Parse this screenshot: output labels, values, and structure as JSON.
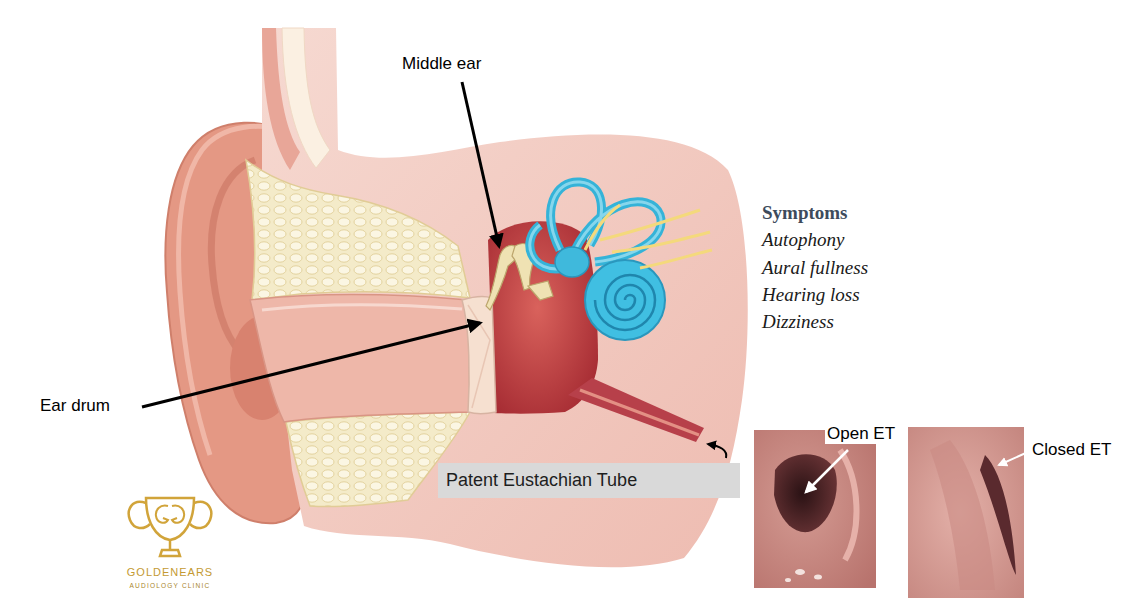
{
  "diagram": {
    "nodes": [
      {
        "text": [
          "Patent Eustachian Tube"
        ]
      }
    ],
    "labels": [
      "Middle ear",
      "Ear drum",
      "Symptoms",
      "Autophony",
      "Aural fullness",
      "Hearing loss",
      "Dizziness",
      "Open ET",
      "Closed ET",
      "GOLDENEARS",
      "AUDIOLOGY CLINIC"
    ]
  }
}
